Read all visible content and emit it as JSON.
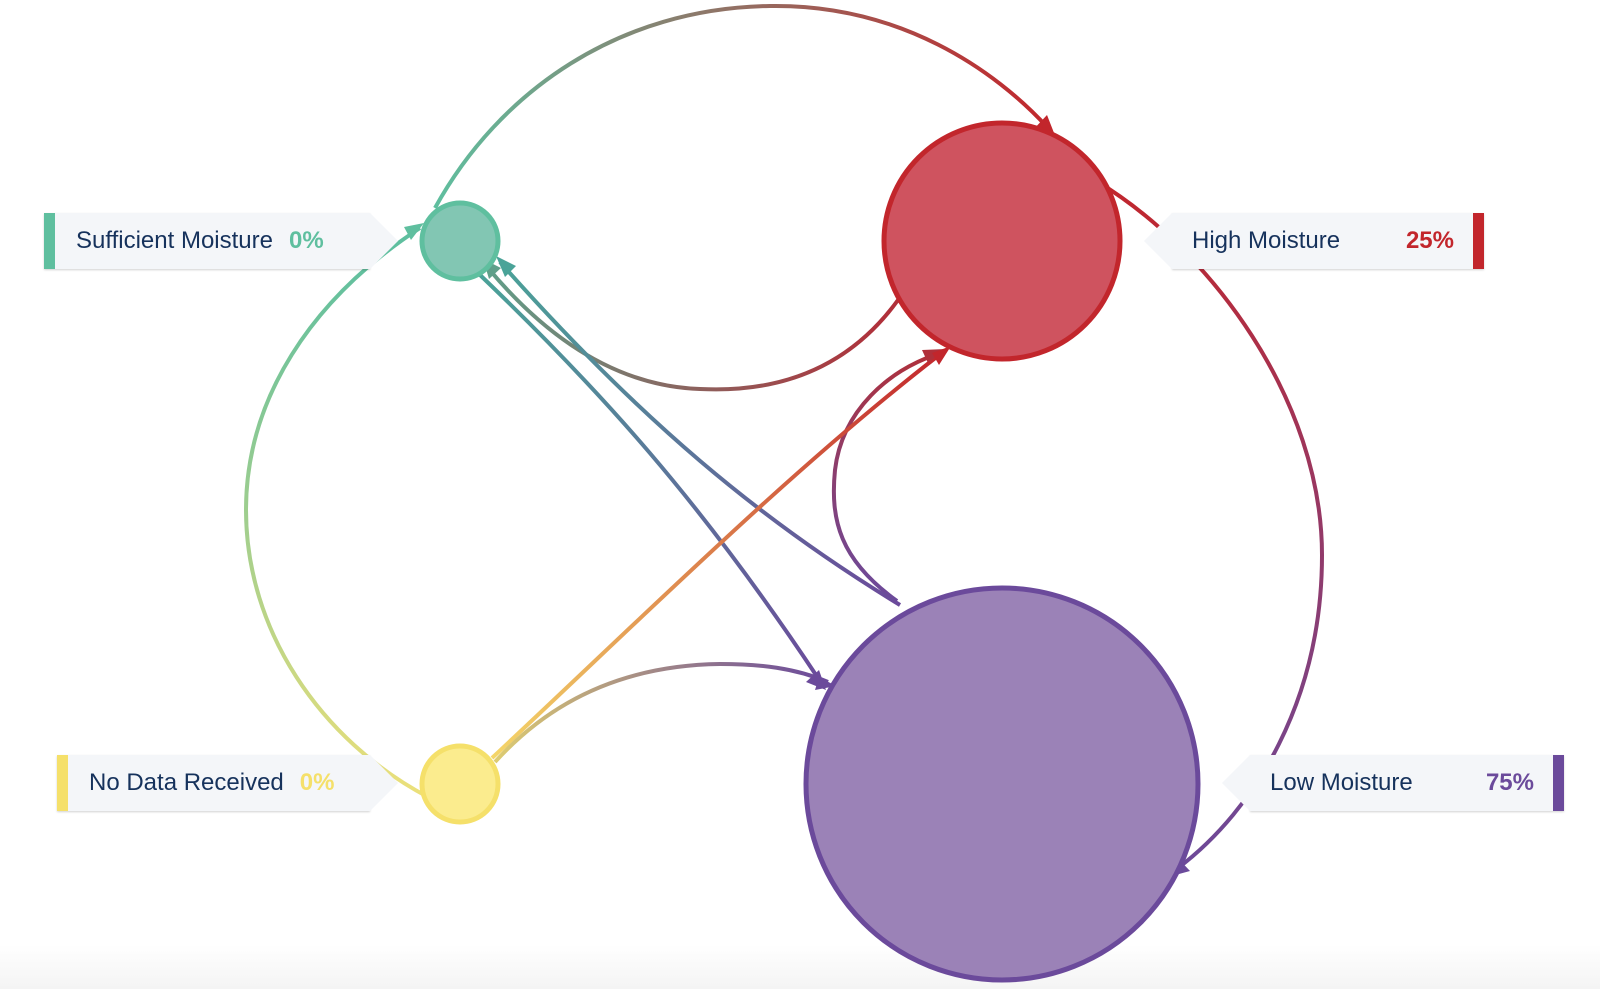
{
  "states": [
    {
      "id": "sufficient",
      "label": "Sufficient Moisture",
      "percent": "0%",
      "color": "#5fbf9f",
      "fill": "#82c6b3"
    },
    {
      "id": "high",
      "label": "High Moisture",
      "percent": "25%",
      "color": "#c2262c",
      "fill": "#cf535f"
    },
    {
      "id": "nodata",
      "label": "No Data Received",
      "percent": "0%",
      "color": "#f5e06a",
      "fill": "#fbec8e"
    },
    {
      "id": "low",
      "label": "Low Moisture",
      "percent": "75%",
      "color": "#6b4a9b",
      "fill": "#9b82b7"
    }
  ],
  "transitions": [
    {
      "from": "sufficient",
      "to": "high"
    },
    {
      "from": "high",
      "to": "sufficient"
    },
    {
      "from": "high",
      "to": "low"
    },
    {
      "from": "low",
      "to": "high"
    },
    {
      "from": "sufficient",
      "to": "low"
    },
    {
      "from": "low",
      "to": "sufficient"
    },
    {
      "from": "nodata",
      "to": "sufficient"
    },
    {
      "from": "nodata",
      "to": "high"
    },
    {
      "from": "nodata",
      "to": "low"
    }
  ]
}
